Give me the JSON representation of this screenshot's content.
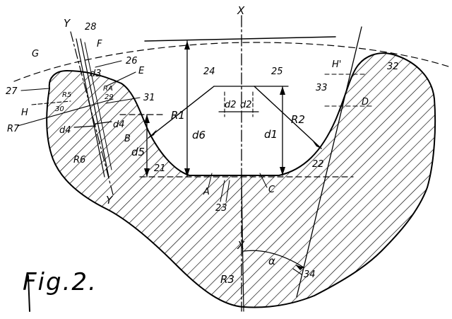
{
  "figure": {
    "caption": "Fig.2.",
    "axis_labels": {
      "x_top": "X",
      "x_bottom": "X",
      "y_top": "Y",
      "y_bottom": "Y"
    },
    "points": {
      "A": "A",
      "B": "B",
      "C": "C",
      "D": "D",
      "E": "E",
      "F": "F",
      "G": "G",
      "H": "H",
      "H_prime": "H'"
    },
    "reference_numerals": {
      "n21": "21",
      "n22": "22",
      "n23": "23",
      "n24": "24",
      "n25": "25",
      "n26": "26",
      "n27": "27",
      "n28": "28",
      "n29": "29",
      "n30": "30",
      "n31": "31",
      "n32": "32",
      "n33": "33",
      "n34": "34"
    },
    "dimensions": {
      "d1": "d1",
      "d2_left": "d2",
      "d2_right": "d2",
      "d3": "d3",
      "d4_left": "d4",
      "d4_right": "d4",
      "d5": "d5",
      "d6": "d6"
    },
    "radii": {
      "R1": "R1",
      "R2": "R2",
      "R3": "R3",
      "R4": "RA",
      "R5": "R5",
      "R6": "R6",
      "R7": "R7"
    },
    "angle": "α"
  }
}
